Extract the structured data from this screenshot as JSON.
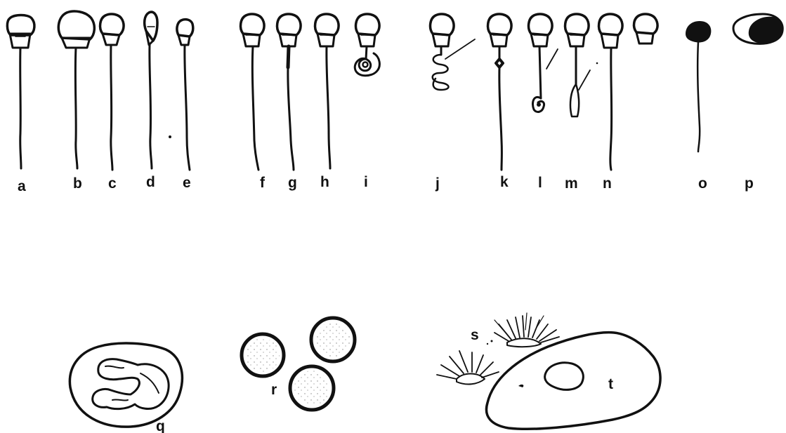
{
  "figure": {
    "labels": {
      "a": "a",
      "b": "b",
      "c": "c",
      "d": "d",
      "e": "e",
      "f": "f",
      "g": "g",
      "h": "h",
      "i": "i",
      "j": "j",
      "k": "k",
      "l": "l",
      "m": "m",
      "n": "n",
      "o": "o",
      "p": "p",
      "q": "q",
      "r": "r",
      "s": "s",
      "t": "t"
    },
    "colors": {
      "ink": "#111111",
      "background": "#ffffff"
    }
  }
}
